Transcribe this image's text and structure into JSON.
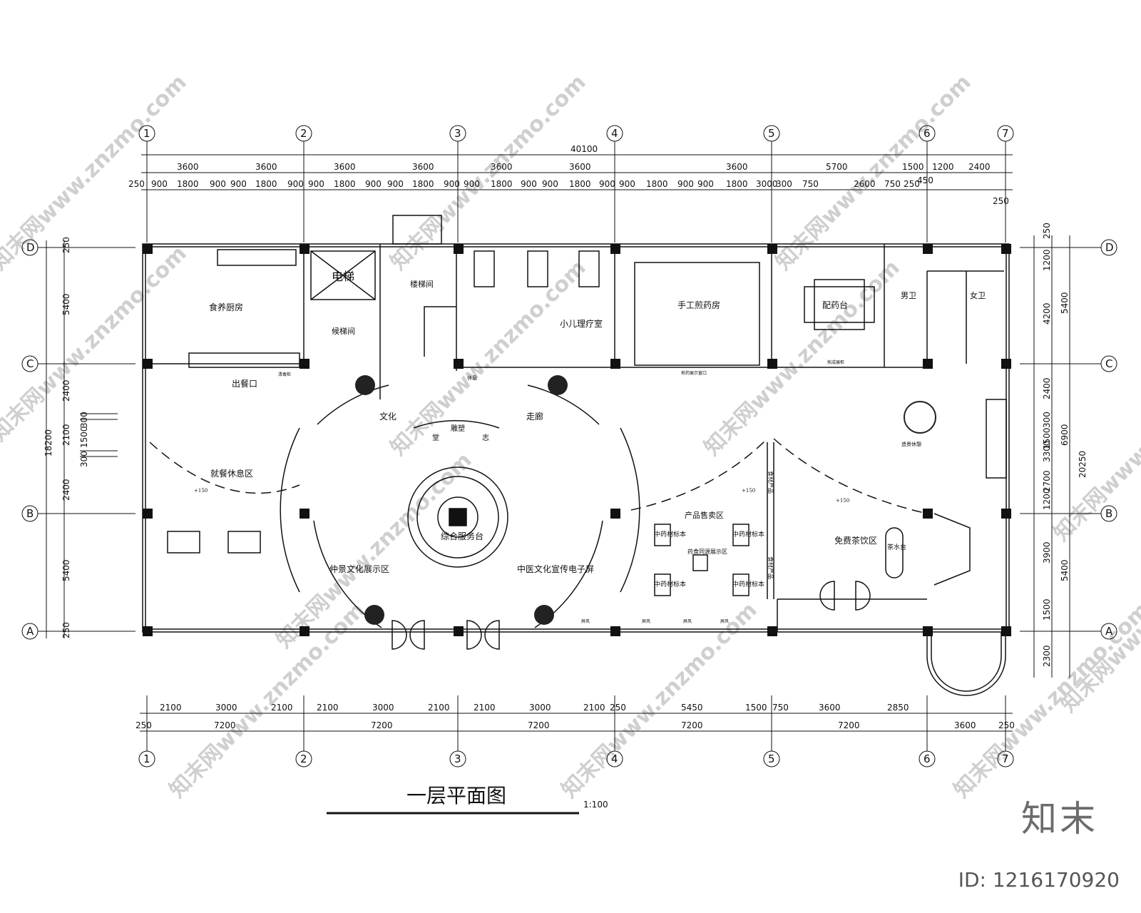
{
  "drawing": {
    "title": "一层平面图",
    "scale": "1:100"
  },
  "axes": {
    "columns": [
      "1",
      "2",
      "3",
      "4",
      "5",
      "6",
      "7"
    ],
    "rows": [
      "D",
      "C",
      "B",
      "A"
    ]
  },
  "dimensions": {
    "top_total": "40100",
    "top_row1": [
      "3600",
      "3600",
      "3600",
      "3600",
      "3600",
      "3600",
      "3600",
      "5700",
      "1500",
      "1200",
      "2400"
    ],
    "top_row2": [
      "250",
      "900",
      "1800",
      "900",
      "900",
      "1800",
      "900",
      "900",
      "1800",
      "900",
      "900",
      "1800",
      "900",
      "900",
      "1800",
      "900",
      "900",
      "1800",
      "900",
      "900",
      "1800",
      "900",
      "900",
      "1800",
      "3000",
      "300",
      "750",
      "2600",
      "750",
      "250"
    ],
    "top_extra": [
      "450",
      "250"
    ],
    "bottom_row1": [
      "2100",
      "3000",
      "2100",
      "2100",
      "3000",
      "2100",
      "2100",
      "3000",
      "2100",
      "250",
      "5450",
      "1500",
      "750",
      "3600",
      "2850"
    ],
    "bottom_row2": [
      "250",
      "7200",
      "7200",
      "7200",
      "7200",
      "7200",
      "3600",
      "250"
    ],
    "left": [
      "250",
      "5400",
      "2400",
      "2100",
      "1500",
      "300",
      "300",
      "2400",
      "5400",
      "250",
      "18200"
    ],
    "right": [
      "250",
      "1200",
      "4200",
      "5400",
      "2400",
      "6900",
      "1500",
      "3300",
      "300",
      "2700",
      "1200",
      "20250",
      "3900",
      "5400",
      "1500",
      "2300"
    ]
  },
  "rooms": {
    "kitchen": "食养厨房",
    "serving": "出餐口",
    "elevator": "电梯",
    "stair": "楼梯间",
    "waiting": "候梯间",
    "pediatric": "小儿理疗室",
    "decoction": "手工煎药房",
    "dispensing": "配药台",
    "men": "男卫",
    "women": "女卫",
    "dining": "就餐休息区",
    "culture": "文化",
    "corridor": "走廊",
    "service": "综合服务台",
    "exhibit": "仲景文化展示区",
    "screen": "中医文化宣传电子屏",
    "products": "产品售卖区",
    "tea": "免费茶饮区",
    "tea_station": "茶水台",
    "herb_sample": "中药材标本",
    "food_product": "食材产品",
    "sculpture": "雕塑",
    "motto_a": "堂",
    "motto_b": "志",
    "herb_display": "药食同源展示区",
    "rest": "休息",
    "landscape": "造景休憩",
    "screen_label": "屏风",
    "sink_label": "清毒柜",
    "window_label": "煎药展示窗口",
    "cabinet_label": "煎成展柜",
    "elev_plus": "+150"
  },
  "watermark": "知末网www.znzmo.com",
  "brand": "知末",
  "id_text": "ID: 1216170920"
}
